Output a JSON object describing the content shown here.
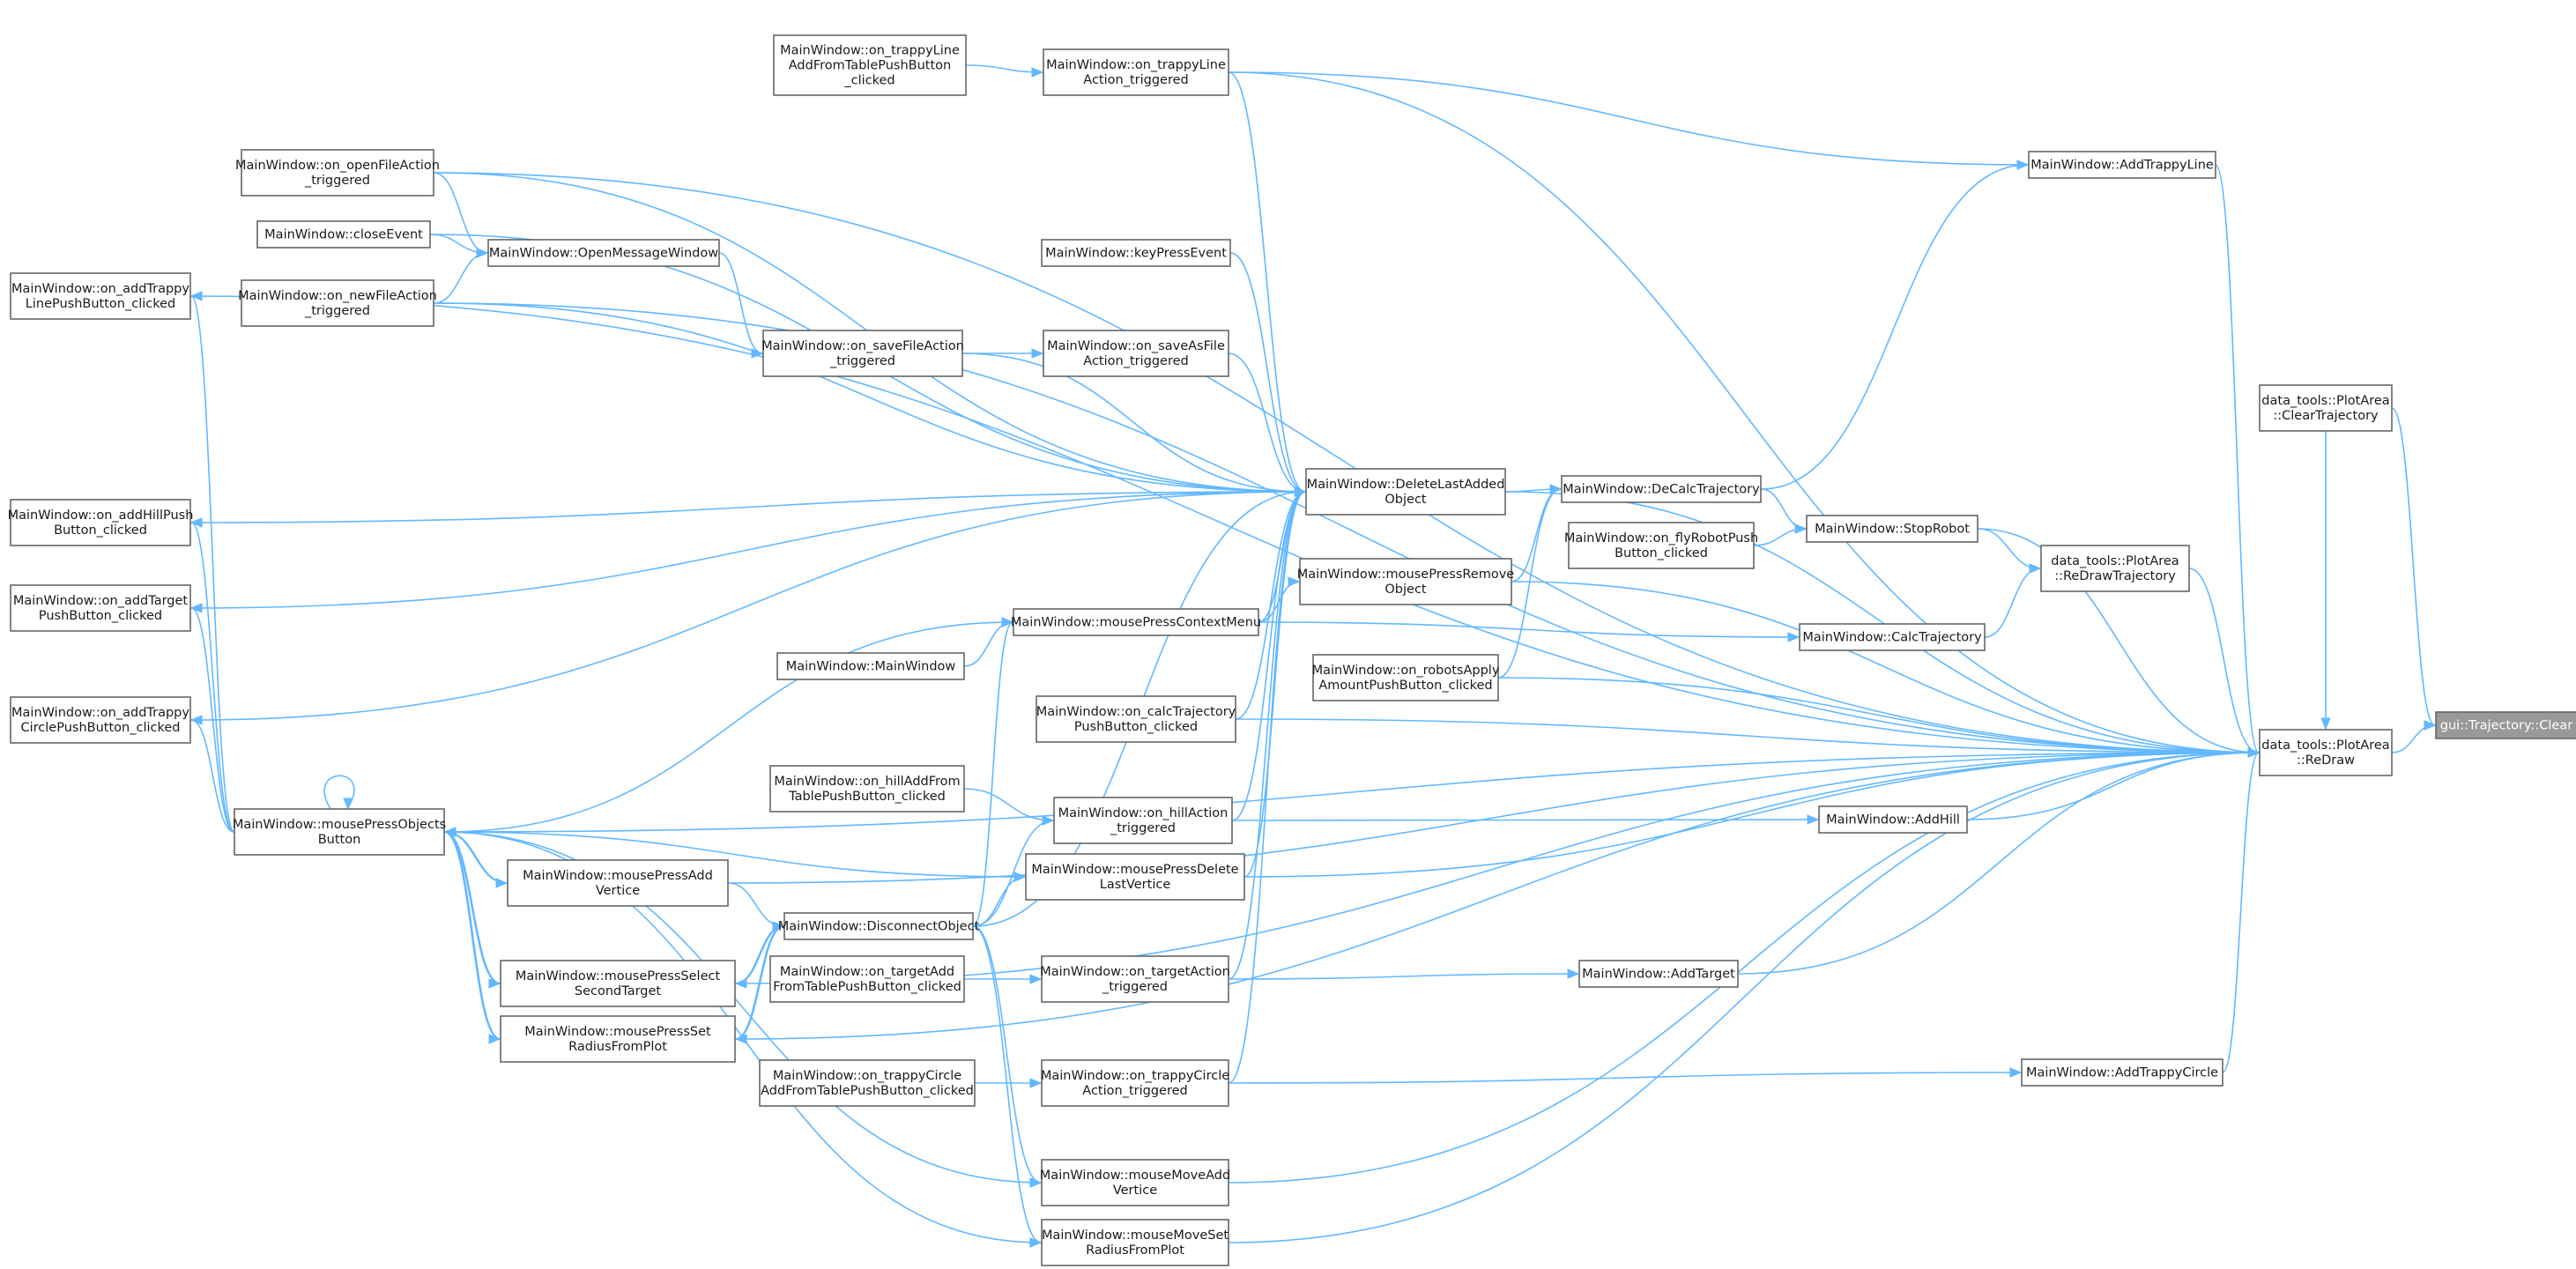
{
  "colors": {
    "edge": "#63b8ff",
    "node_border": "#666666",
    "root_fill": "#999999",
    "root_text": "#ffffff"
  },
  "nodes": [
    {
      "id": "clear",
      "lines": [
        "gui::Trajectory::Clear"
      ],
      "root": true
    },
    {
      "id": "redraw",
      "lines": [
        "data_tools::PlotArea",
        "::ReDraw"
      ]
    },
    {
      "id": "cleartraj",
      "lines": [
        "data_tools::PlotArea",
        "::ClearTrajectory"
      ]
    },
    {
      "id": "redrawtraj",
      "lines": [
        "data_tools::PlotArea",
        "::ReDrawTrajectory"
      ]
    },
    {
      "id": "addtrappyline",
      "lines": [
        "MainWindow::AddTrappyLine"
      ]
    },
    {
      "id": "stoprobot",
      "lines": [
        "MainWindow::StopRobot"
      ]
    },
    {
      "id": "calctraj",
      "lines": [
        "MainWindow::CalcTrajectory"
      ]
    },
    {
      "id": "addhill",
      "lines": [
        "MainWindow::AddHill"
      ]
    },
    {
      "id": "addtarget",
      "lines": [
        "MainWindow::AddTarget"
      ]
    },
    {
      "id": "addtrappycircle",
      "lines": [
        "MainWindow::AddTrappyCircle"
      ]
    },
    {
      "id": "decalc",
      "lines": [
        "MainWindow::DeCalcTrajectory"
      ]
    },
    {
      "id": "flyrobot",
      "lines": [
        "MainWindow::on_flyRobotPush",
        "Button_clicked"
      ]
    },
    {
      "id": "deletelast",
      "lines": [
        "MainWindow::DeleteLastAdded",
        "Object"
      ]
    },
    {
      "id": "pressremove",
      "lines": [
        "MainWindow::mousePressRemove",
        "Object"
      ]
    },
    {
      "id": "robotsapply",
      "lines": [
        "MainWindow::on_robotsApply",
        "AmountPushButton_clicked"
      ]
    },
    {
      "id": "trappylineact",
      "lines": [
        "MainWindow::on_trappyLine",
        "Action_triggered"
      ]
    },
    {
      "id": "trappylineadd",
      "lines": [
        "MainWindow::on_trappyLine",
        "AddFromTablePushButton",
        "_clicked"
      ]
    },
    {
      "id": "keypress",
      "lines": [
        "MainWindow::keyPressEvent"
      ]
    },
    {
      "id": "saveasfile",
      "lines": [
        "MainWindow::on_saveAsFile",
        "Action_triggered"
      ]
    },
    {
      "id": "savefile",
      "lines": [
        "MainWindow::on_saveFileAction",
        "_triggered"
      ]
    },
    {
      "id": "openmsg",
      "lines": [
        "MainWindow::OpenMessageWindow"
      ]
    },
    {
      "id": "openfile",
      "lines": [
        "MainWindow::on_openFileAction",
        "_triggered"
      ]
    },
    {
      "id": "closeevent",
      "lines": [
        "MainWindow::closeEvent"
      ]
    },
    {
      "id": "newfile",
      "lines": [
        "MainWindow::on_newFileAction",
        "_triggered"
      ]
    },
    {
      "id": "contextmenu",
      "lines": [
        "MainWindow::mousePressContextMenu"
      ]
    },
    {
      "id": "mainwindow",
      "lines": [
        "MainWindow::MainWindow"
      ]
    },
    {
      "id": "calctrajbtn",
      "lines": [
        "MainWindow::on_calcTrajectory",
        "PushButton_clicked"
      ]
    },
    {
      "id": "hilladd",
      "lines": [
        "MainWindow::on_hillAddFrom",
        "TablePushButton_clicked"
      ]
    },
    {
      "id": "hillact",
      "lines": [
        "MainWindow::on_hillAction",
        "_triggered"
      ]
    },
    {
      "id": "pressdelete",
      "lines": [
        "MainWindow::mousePressDelete",
        "LastVertice"
      ]
    },
    {
      "id": "disconnect",
      "lines": [
        "MainWindow::DisconnectObject"
      ]
    },
    {
      "id": "targetadd",
      "lines": [
        "MainWindow::on_targetAdd",
        "FromTablePushButton_clicked"
      ]
    },
    {
      "id": "targetact",
      "lines": [
        "MainWindow::on_targetAction",
        "_triggered"
      ]
    },
    {
      "id": "trappycircleadd",
      "lines": [
        "MainWindow::on_trappyCircle",
        "AddFromTablePushButton_clicked"
      ]
    },
    {
      "id": "trappycircleact",
      "lines": [
        "MainWindow::on_trappyCircle",
        "Action_triggered"
      ]
    },
    {
      "id": "moveadd",
      "lines": [
        "MainWindow::mouseMoveAdd",
        "Vertice"
      ]
    },
    {
      "id": "moveset",
      "lines": [
        "MainWindow::mouseMoveSet",
        "RadiusFromPlot"
      ]
    },
    {
      "id": "pressobjects",
      "lines": [
        "MainWindow::mousePressObjects",
        "Button"
      ]
    },
    {
      "id": "pressadd",
      "lines": [
        "MainWindow::mousePressAdd",
        "Vertice"
      ]
    },
    {
      "id": "pressselect",
      "lines": [
        "MainWindow::mousePressSelect",
        "SecondTarget"
      ]
    },
    {
      "id": "pressset",
      "lines": [
        "MainWindow::mousePressSet",
        "RadiusFromPlot"
      ]
    },
    {
      "id": "addtrappylinebtn",
      "lines": [
        "MainWindow::on_addTrappy",
        "LinePushButton_clicked"
      ]
    },
    {
      "id": "addhillbtn",
      "lines": [
        "MainWindow::on_addHillPush",
        "Button_clicked"
      ]
    },
    {
      "id": "addtargetbtn",
      "lines": [
        "MainWindow::on_addTarget",
        "PushButton_clicked"
      ]
    },
    {
      "id": "addtrappycirclebtn",
      "lines": [
        "MainWindow::on_addTrappy",
        "CirclePushButton_clicked"
      ]
    }
  ],
  "edges": [
    [
      "clear",
      "redraw"
    ],
    [
      "clear",
      "cleartraj"
    ],
    [
      "redraw",
      "cleartraj"
    ],
    [
      "redraw",
      "redrawtraj"
    ],
    [
      "redraw",
      "addtrappyline"
    ],
    [
      "redraw",
      "stoprobot"
    ],
    [
      "redraw",
      "addhill"
    ],
    [
      "redraw",
      "addtarget"
    ],
    [
      "redraw",
      "addtrappycircle"
    ],
    [
      "redraw",
      "deletelast"
    ],
    [
      "redraw",
      "pressremove"
    ],
    [
      "redraw",
      "robotsapply"
    ],
    [
      "redraw",
      "calctrajbtn"
    ],
    [
      "redraw",
      "pressdelete"
    ],
    [
      "redraw",
      "moveadd"
    ],
    [
      "redraw",
      "moveset"
    ],
    [
      "redraw",
      "pressobjects"
    ],
    [
      "redraw",
      "pressadd"
    ],
    [
      "redraw",
      "pressselect"
    ],
    [
      "redraw",
      "pressset"
    ],
    [
      "redraw",
      "newfile"
    ],
    [
      "redraw",
      "openfile"
    ],
    [
      "redraw",
      "trappylineact"
    ],
    [
      "redraw",
      "addtrappylinebtn"
    ],
    [
      "redrawtraj",
      "stoprobot"
    ],
    [
      "redrawtraj",
      "calctraj"
    ],
    [
      "addtrappyline",
      "decalc"
    ],
    [
      "addtrappyline",
      "trappylineact"
    ],
    [
      "stoprobot",
      "decalc"
    ],
    [
      "stoprobot",
      "flyrobot"
    ],
    [
      "calctraj",
      "contextmenu"
    ],
    [
      "addhill",
      "hillact"
    ],
    [
      "addtarget",
      "targetact"
    ],
    [
      "addtrappycircle",
      "trappycircleact"
    ],
    [
      "decalc",
      "deletelast"
    ],
    [
      "decalc",
      "pressremove"
    ],
    [
      "decalc",
      "robotsapply"
    ],
    [
      "deletelast",
      "trappylineact"
    ],
    [
      "deletelast",
      "keypress"
    ],
    [
      "deletelast",
      "saveasfile"
    ],
    [
      "deletelast",
      "savefile"
    ],
    [
      "deletelast",
      "openfile"
    ],
    [
      "deletelast",
      "closeevent"
    ],
    [
      "deletelast",
      "newfile"
    ],
    [
      "deletelast",
      "addhillbtn"
    ],
    [
      "deletelast",
      "addtargetbtn"
    ],
    [
      "deletelast",
      "addtrappycirclebtn"
    ],
    [
      "deletelast",
      "contextmenu"
    ],
    [
      "deletelast",
      "calctrajbtn"
    ],
    [
      "deletelast",
      "hillact"
    ],
    [
      "deletelast",
      "pressdelete"
    ],
    [
      "deletelast",
      "disconnect"
    ],
    [
      "deletelast",
      "targetact"
    ],
    [
      "deletelast",
      "trappycircleact"
    ],
    [
      "pressremove",
      "contextmenu"
    ],
    [
      "trappylineact",
      "trappylineadd"
    ],
    [
      "saveasfile",
      "savefile"
    ],
    [
      "savefile",
      "openmsg"
    ],
    [
      "openmsg",
      "openfile"
    ],
    [
      "openmsg",
      "closeevent"
    ],
    [
      "openmsg",
      "newfile"
    ],
    [
      "contextmenu",
      "mainwindow"
    ],
    [
      "contextmenu",
      "pressobjects"
    ],
    [
      "contextmenu",
      "disconnect"
    ],
    [
      "hillact",
      "hilladd"
    ],
    [
      "hillact",
      "disconnect"
    ],
    [
      "pressdelete",
      "pressobjects"
    ],
    [
      "pressdelete",
      "disconnect"
    ],
    [
      "disconnect",
      "pressadd"
    ],
    [
      "disconnect",
      "pressselect"
    ],
    [
      "disconnect",
      "pressset"
    ],
    [
      "targetact",
      "targetadd"
    ],
    [
      "trappycircleact",
      "trappycircleadd"
    ],
    [
      "moveadd",
      "disconnect"
    ],
    [
      "moveadd",
      "pressobjects"
    ],
    [
      "moveset",
      "disconnect"
    ],
    [
      "moveset",
      "pressobjects"
    ],
    [
      "pressobjects",
      "pressobjects"
    ],
    [
      "pressobjects",
      "pressadd"
    ],
    [
      "pressobjects",
      "pressselect"
    ],
    [
      "pressobjects",
      "pressset"
    ],
    [
      "pressadd",
      "pressobjects"
    ],
    [
      "pressselect",
      "pressobjects"
    ],
    [
      "pressset",
      "pressobjects"
    ],
    [
      "pressselect",
      "disconnect"
    ],
    [
      "pressset",
      "disconnect"
    ],
    [
      "addtrappylinebtn",
      "pressobjects"
    ],
    [
      "addhillbtn",
      "pressobjects"
    ],
    [
      "addtargetbtn",
      "pressobjects"
    ],
    [
      "addtrappycirclebtn",
      "pressobjects"
    ]
  ]
}
